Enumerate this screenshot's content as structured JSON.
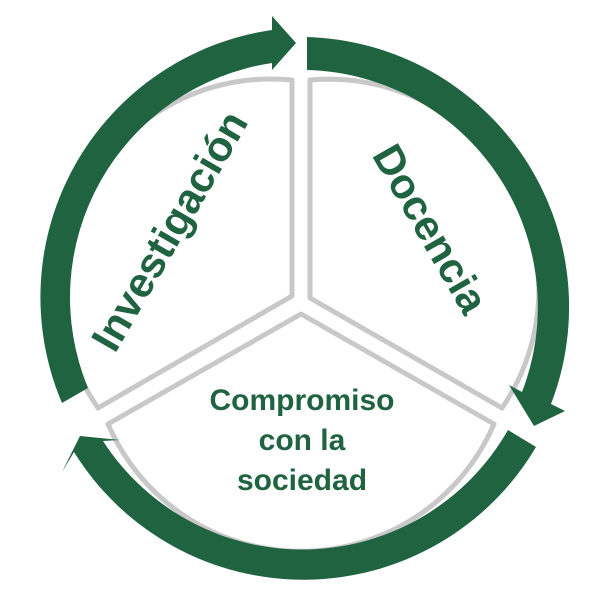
{
  "diagram": {
    "type": "cycle",
    "colors": {
      "arrow": "#1f6340",
      "segment_outline": "#c8c8c8",
      "text": "#1f6340",
      "background": "#ffffff"
    },
    "segments": [
      {
        "id": "investigacion",
        "label": "Investigación"
      },
      {
        "id": "docencia",
        "label": "Docencia"
      },
      {
        "id": "compromiso",
        "label_lines": [
          "Compromiso",
          "con la",
          "sociedad"
        ]
      }
    ],
    "arrows": [
      {
        "from": "investigacion",
        "to": "docencia",
        "direction": "clockwise"
      },
      {
        "from": "docencia",
        "to": "compromiso",
        "direction": "clockwise"
      },
      {
        "from": "compromiso",
        "to": "investigacion",
        "direction": "clockwise"
      }
    ]
  }
}
